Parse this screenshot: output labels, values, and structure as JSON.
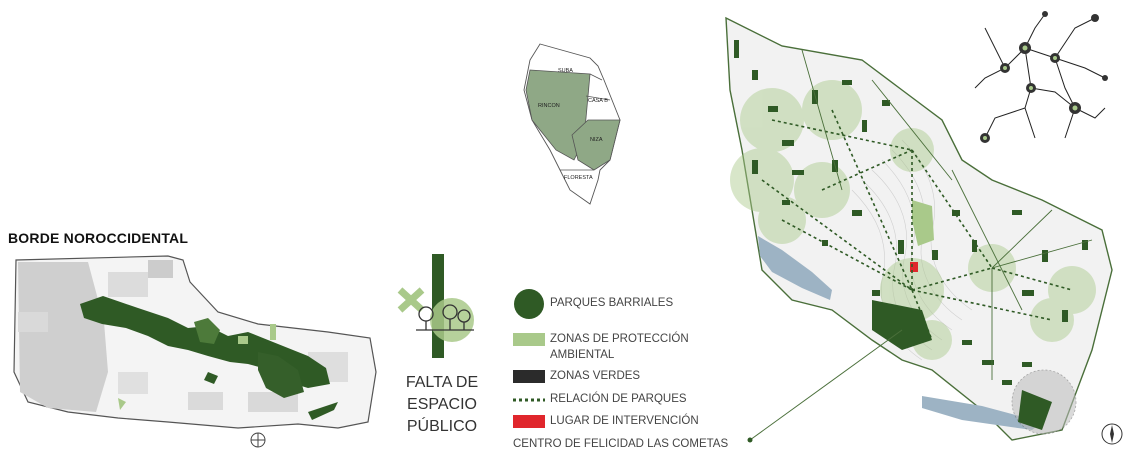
{
  "left_panel": {
    "title": "BORDE NOROCCIDENTAL"
  },
  "center_panel": {
    "caption_lines": [
      "FALTA DE",
      "ESPACIO",
      "PÚBLICO"
    ]
  },
  "locator_map": {
    "labels": [
      "SUBA",
      "CASA B",
      "RINCON",
      "NIZA",
      "FLORESTA"
    ]
  },
  "legend": {
    "items": [
      {
        "symbol": "dark-green-circle",
        "label": "PARQUES BARRIALES",
        "color": "#2f5a25"
      },
      {
        "symbol": "light-green-rect",
        "label_line1": "ZONAS DE PROTECCIÓN",
        "label_line2": "AMBIENTAL",
        "color": "#a9c98a"
      },
      {
        "symbol": "black-rect",
        "label": "ZONAS VERDES",
        "color": "#2b2b2b"
      },
      {
        "symbol": "dotted-line",
        "label": "RELACIÓN DE PARQUES",
        "color": "#2f5a25"
      },
      {
        "symbol": "red-rect",
        "label": "LUGAR DE INTERVENCIÓN",
        "color": "#e0262c"
      }
    ],
    "callout": "CENTRO DE FELICIDAD LAS COMETAS"
  },
  "colors": {
    "dark_green": "#2f5a25",
    "light_green": "#a9c98a",
    "pale_green": "#c9d9b8",
    "gray_block": "#d6d6d6",
    "water": "#9db3c4",
    "red": "#e0262c"
  },
  "icons": [
    "north-arrow-icon",
    "neuron-network-icon",
    "tree-park-icon"
  ]
}
